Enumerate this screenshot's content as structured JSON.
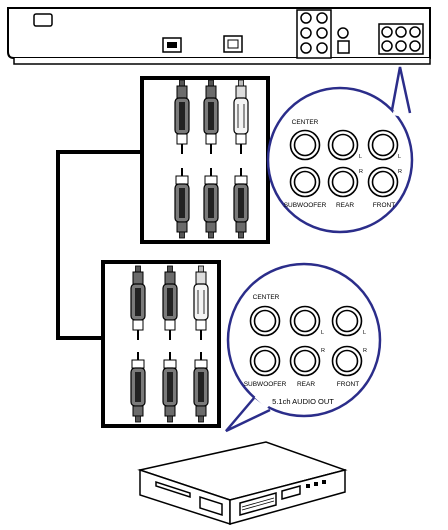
{
  "panel_upper": {
    "center": "CENTER",
    "subwoofer": "SUBWOOFER",
    "rear": "REAR",
    "front": "FRONT",
    "left_mark": "L",
    "right_mark": "R"
  },
  "panel_lower": {
    "center": "CENTER",
    "subwoofer": "SUBWOOFER",
    "rear": "REAR",
    "front": "FRONT",
    "left_mark": "L",
    "right_mark": "R",
    "caption": "5.1ch AUDIO OUT"
  }
}
